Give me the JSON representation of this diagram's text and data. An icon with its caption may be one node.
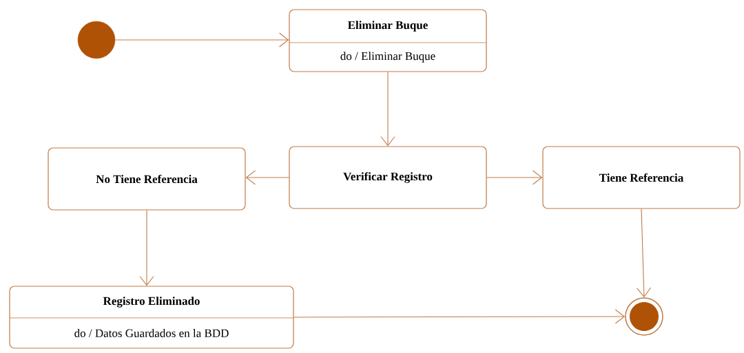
{
  "diagram": {
    "nodes": [
      {
        "text": [],
        "shape": "circle"
      },
      {
        "text": [
          "Eliminar Buque",
          "do / Eliminar Buque"
        ]
      },
      {
        "text": [
          "Verificar Registro"
        ]
      },
      {
        "text": [
          "No Tiene Referencia"
        ]
      },
      {
        "text": [
          "Tiene Referencia"
        ]
      },
      {
        "text": [
          "Registro Eliminado",
          "do / Datos Guardados en la BDD"
        ]
      },
      {
        "text": [],
        "shape": "circle"
      }
    ],
    "edges": [
      {
        "from": 0,
        "to": 1,
        "arrow": "to"
      },
      {
        "from": 1,
        "to": 2,
        "arrow": "to"
      },
      {
        "from": 2,
        "to": 3,
        "arrow": "to"
      },
      {
        "from": 2,
        "to": 4,
        "arrow": "to"
      },
      {
        "from": 3,
        "to": 5,
        "arrow": "to"
      },
      {
        "from": 4,
        "to": 6,
        "arrow": "to"
      },
      {
        "from": 5,
        "to": 6,
        "arrow": "to"
      }
    ]
  }
}
